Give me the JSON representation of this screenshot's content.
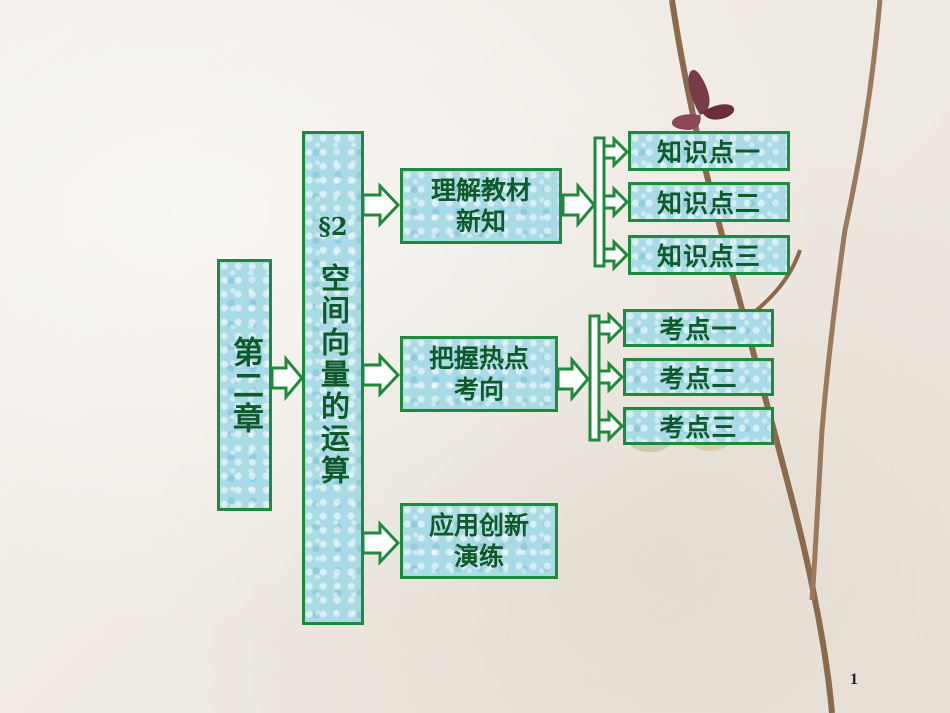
{
  "chapter": {
    "label": "第二章"
  },
  "section": {
    "number": "§2",
    "title": "空间向量的运算"
  },
  "branches": [
    {
      "label_line1": "理解教材",
      "label_line2": "新知",
      "items": [
        "知识点一",
        "知识点二",
        "知识点三"
      ]
    },
    {
      "label_line1": "把握热点",
      "label_line2": "考向",
      "items": [
        "考点一",
        "考点二",
        "考点三"
      ]
    },
    {
      "label_line1": "应用创新",
      "label_line2": "演练",
      "items": []
    }
  ],
  "page_number": "1",
  "colors": {
    "border": "#1f8a3b",
    "fill": "#a9dbe6",
    "text": "#0e5a2a"
  }
}
